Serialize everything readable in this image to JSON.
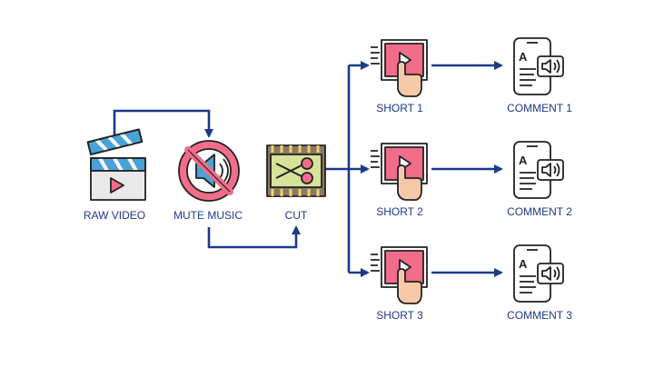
{
  "nodes": {
    "raw_video": {
      "label": "RAW VIDEO",
      "icon": "clapperboard-icon"
    },
    "mute_music": {
      "label": "MUTE MUSIC",
      "icon": "mute-speaker-icon"
    },
    "cut": {
      "label": "CUT",
      "icon": "scissors-film-icon"
    },
    "shorts": [
      {
        "label": "SHORT 1",
        "icon": "touch-play-video-icon"
      },
      {
        "label": "SHORT 2",
        "icon": "touch-play-video-icon"
      },
      {
        "label": "SHORT 3",
        "icon": "touch-play-video-icon"
      }
    ],
    "comments": [
      {
        "label": "COMMENT 1",
        "icon": "phone-audio-text-icon"
      },
      {
        "label": "COMMENT 2",
        "icon": "phone-audio-text-icon"
      },
      {
        "label": "COMMENT 3",
        "icon": "phone-audio-text-icon"
      }
    ]
  },
  "colors": {
    "connector": "#1d3a8a",
    "label_text": "#1d3a8a",
    "accent_pink": "#f26d8a",
    "accent_blue": "#4aa3d8",
    "outline": "#222222"
  }
}
